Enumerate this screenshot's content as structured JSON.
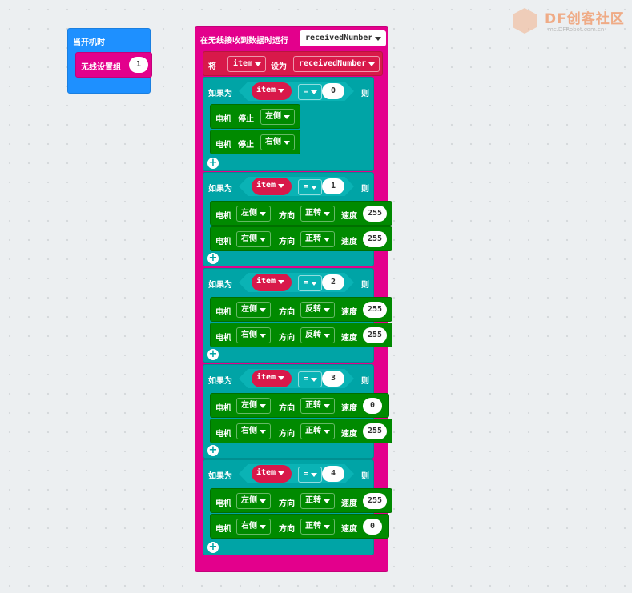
{
  "logo": {
    "text": "DF创客社区",
    "sub": "mc.DFRobot.com.cn"
  },
  "on_start": {
    "title": "当开机时",
    "radio_group_label": "无线设置组",
    "radio_group_value": "1"
  },
  "received_event": {
    "title": "在无线接收到数据时运行",
    "param": "receivedNumber"
  },
  "set_block": {
    "label_set": "将",
    "var": "item",
    "label_to": "设为",
    "value": "receivedNumber"
  },
  "if_label": "如果为",
  "then_label": "则",
  "add_symbol": "+",
  "condition_var": "item",
  "condition_op": "=",
  "motor_label": "电机",
  "stop_label": "停止",
  "direction_label": "方向",
  "speed_label": "速度",
  "branches": [
    {
      "value": "0",
      "stop": [
        {
          "side": "左侧"
        },
        {
          "side": "右侧"
        }
      ]
    },
    {
      "value": "1",
      "motors": [
        {
          "side": "左侧",
          "dir": "正转",
          "speed": "255"
        },
        {
          "side": "右侧",
          "dir": "正转",
          "speed": "255"
        }
      ]
    },
    {
      "value": "2",
      "motors": [
        {
          "side": "左侧",
          "dir": "反转",
          "speed": "255"
        },
        {
          "side": "右侧",
          "dir": "反转",
          "speed": "255"
        }
      ]
    },
    {
      "value": "3",
      "motors": [
        {
          "side": "左侧",
          "dir": "正转",
          "speed": "0"
        },
        {
          "side": "右侧",
          "dir": "正转",
          "speed": "255"
        }
      ]
    },
    {
      "value": "4",
      "motors": [
        {
          "side": "左侧",
          "dir": "正转",
          "speed": "255"
        },
        {
          "side": "右侧",
          "dir": "正转",
          "speed": "0"
        }
      ]
    }
  ]
}
